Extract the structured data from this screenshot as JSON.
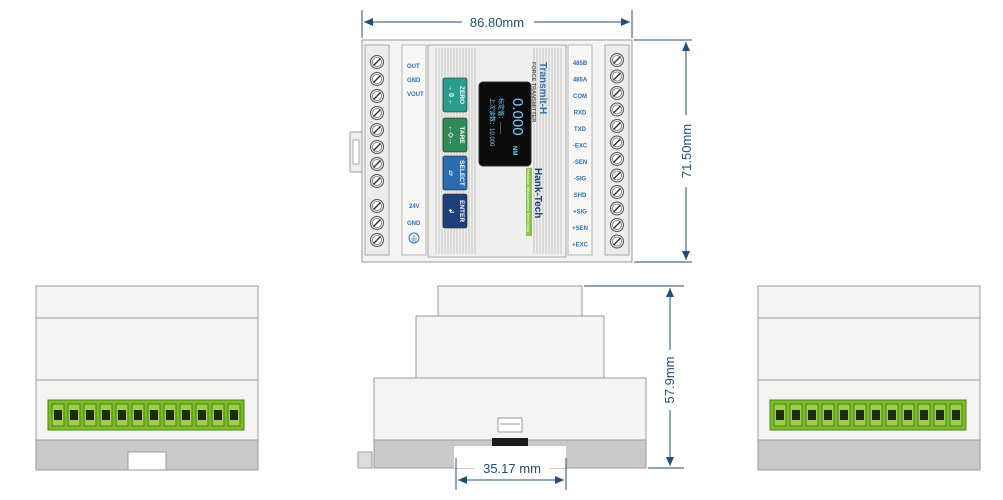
{
  "dimensions": {
    "width": "86.80mm",
    "height": "71.50mm",
    "depth": "57.9mm",
    "rail": "35.17 mm"
  },
  "device": {
    "model": "Transmit-H",
    "subtitle": "FORCE TRANSMITTER",
    "brand": "Hank-Tech",
    "brand_tagline": "Precision Measurement Technology",
    "display_value": "0.000",
    "display_unit": "NM",
    "display_line1": "标定值：------",
    "display_line2": "上次读数：10.000",
    "buttons": [
      {
        "label": "ZERO",
        "symbol": "→ 0 ←",
        "color": "#2a9d8f"
      },
      {
        "label": "TARE",
        "symbol": "←◇→",
        "color": "#2e8b57"
      },
      {
        "label": "SELECT",
        "symbol": "▱",
        "color": "#2b6cb0"
      },
      {
        "label": "ENTER",
        "symbol": "↲",
        "color": "#1f3f7a"
      }
    ],
    "left_terminals_top": [
      "OUT",
      "GND",
      "VOUT"
    ],
    "left_terminals_bottom": [
      "24V",
      "GND"
    ],
    "right_terminals": [
      "485B",
      "485A",
      "COM",
      "RXD",
      "TXD",
      "-EXC",
      "-SEN",
      "-SIG",
      "SHD",
      "+SIG",
      "+SEN",
      "+EXC"
    ]
  },
  "colors": {
    "housing": "#f4f4f2",
    "outline": "#9a9a9a",
    "dimension": "#1f4e79",
    "label_blue": "#2f6fb3",
    "terminal_green": "#7cbd2a",
    "base_gray": "#c9c9c9"
  }
}
